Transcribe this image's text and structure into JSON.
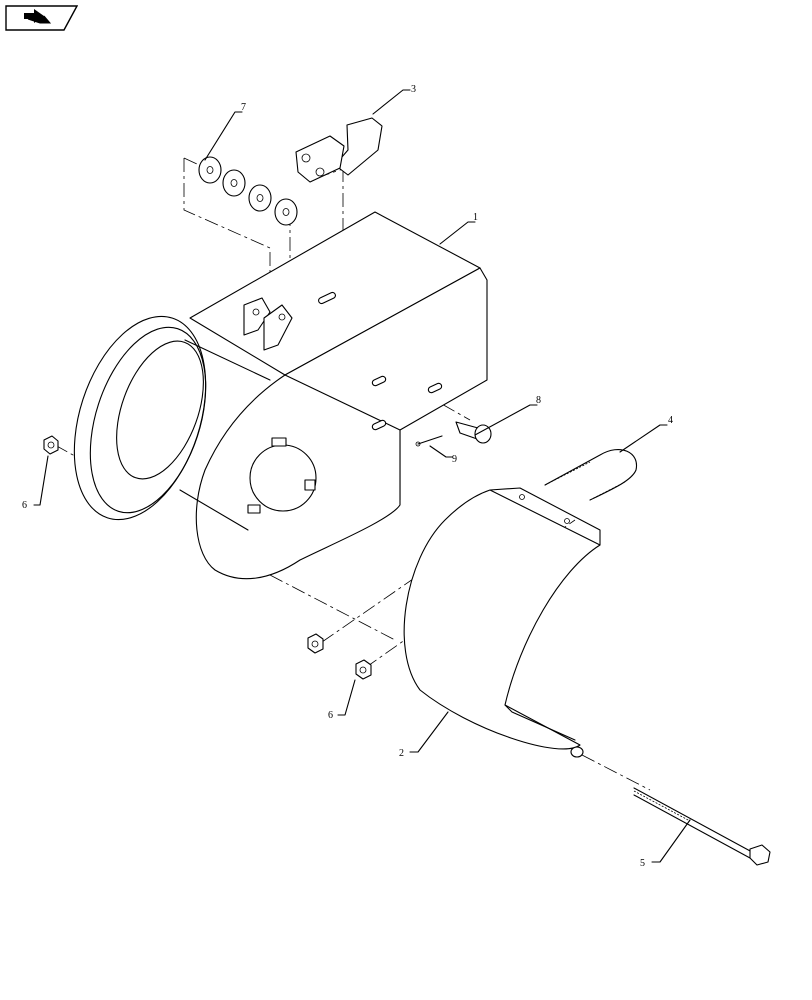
{
  "nav": {
    "icon": "next-page-arrow-icon"
  },
  "callouts": {
    "c1": "1",
    "c2": "2",
    "c3": "3",
    "c4": "4",
    "c5": "5",
    "c6a": "6",
    "c6b": "6",
    "c7": "7",
    "c8": "8",
    "c9": "9"
  }
}
